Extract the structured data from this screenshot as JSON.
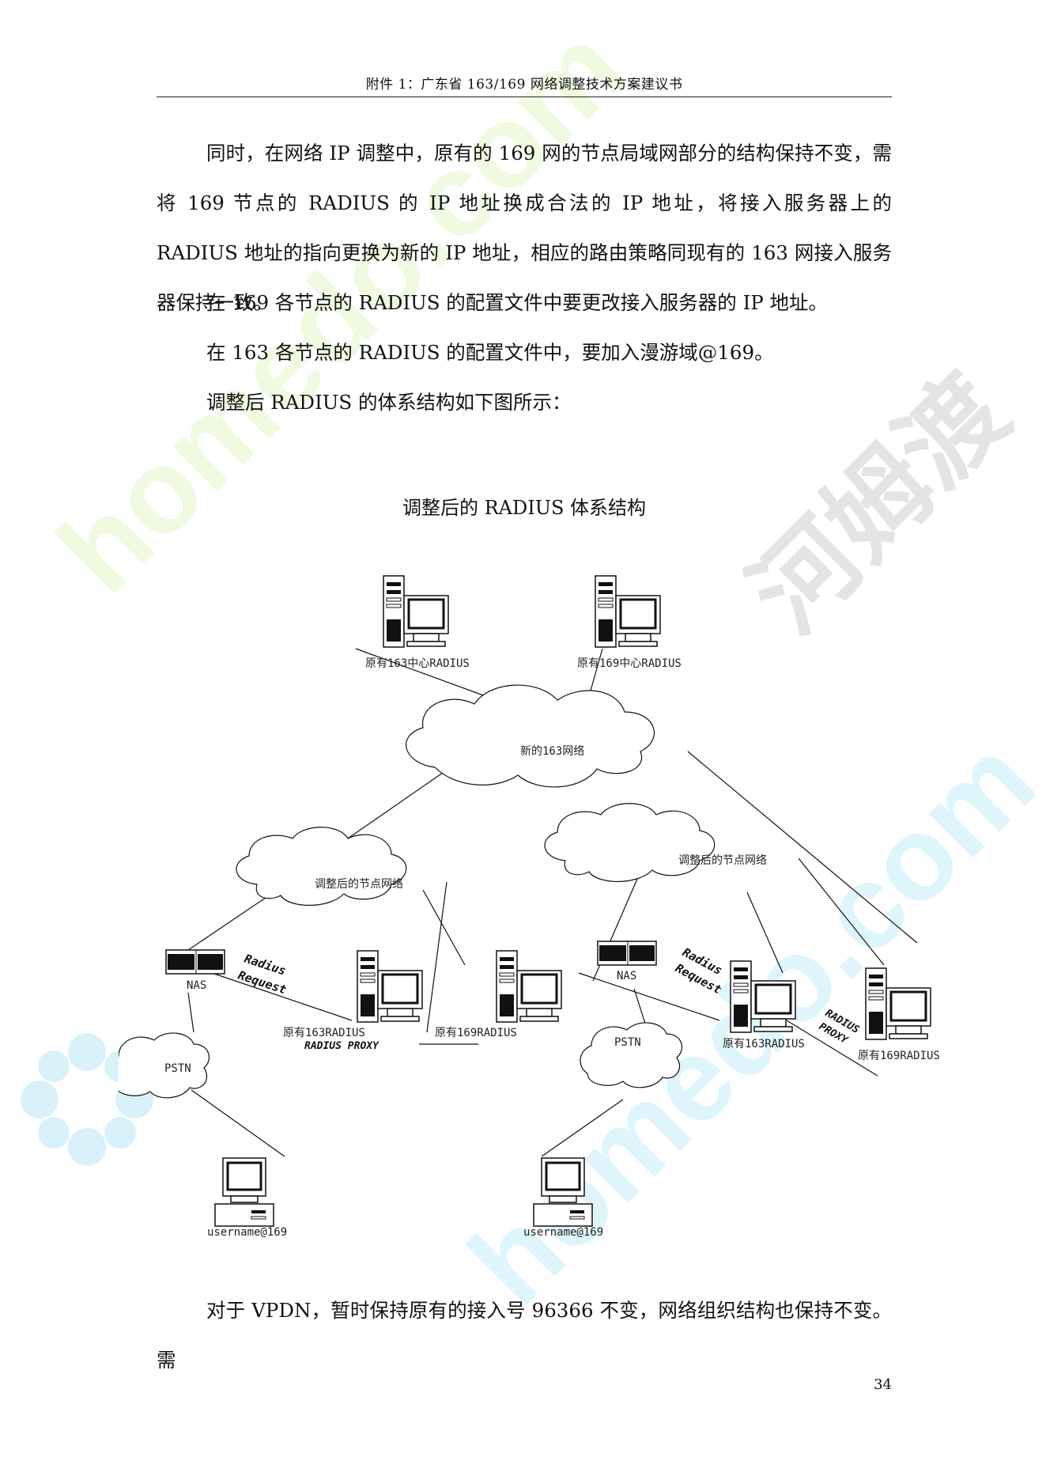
{
  "header": {
    "title": "附件 1：广东省 163/169 网络调整技术方案建议书"
  },
  "paragraphs": [
    "同时，在网络 IP 调整中，原有的 169 网的节点局域网部分的结构保持不变，需将 169 节点的 RADIUS 的 IP 地址换成合法的 IP 地址，将接入服务器上的 RADIUS 地址的指向更换为新的 IP  地址，相应的路由策略同现有的 163 网接入服务器保持一致。",
    "在 169 各节点的 RADIUS 的配置文件中要更改接入服务器的 IP  地址。",
    "在 163 各节点的 RADIUS 的配置文件中，要加入漫游域@169。",
    "调整后 RADIUS 的体系结构如下图所示："
  ],
  "figure": {
    "title": "调整后的 RADIUS 体系结构",
    "labels": {
      "center163": "原有163中心RADIUS",
      "center169": "原有169中心RADIUS",
      "newNetwork": "新的163网络",
      "nodeNetLeft": "调整后的节点网络",
      "nodeNetRight": "调整后的节点网络",
      "nasLeft": "NAS",
      "nasRight": "NAS",
      "radius163Left": "原有163RADIUS",
      "radius169Left": "原有169RADIUS",
      "radius163Right": "原有163RADIUS",
      "radius169Right": "原有169RADIUS",
      "pstnLeft": "PSTN",
      "pstnRight": "PSTN",
      "userLeft": "username@169",
      "userRight": "username@169",
      "radiusWord": "Radius",
      "requestWord": "Request",
      "radiusProxy": "RADIUS PROXY",
      "radiusUpper": "RADIUS",
      "proxyWord": "PROXY"
    }
  },
  "closing": "对于 VPDN，暂时保持原有的接入号 96366 不变，网络组织结构也保持不变。需",
  "page_number": "34",
  "watermark": {
    "text1": "homedo.com",
    "text2": "河姆渡"
  }
}
